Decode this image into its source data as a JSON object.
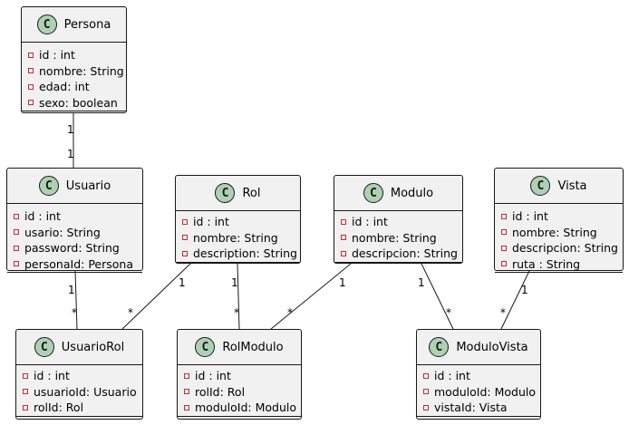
{
  "classes": [
    {
      "id": "persona",
      "name": "Persona",
      "icon": "class-c-icon",
      "attrs": [
        "id : int",
        "nombre: String",
        "edad: int",
        "sexo: boolean"
      ]
    },
    {
      "id": "usuario",
      "name": "Usuario",
      "icon": "class-c-icon",
      "attrs": [
        "id : int",
        "usario: String",
        "password: String",
        "personaId: Persona"
      ]
    },
    {
      "id": "rol",
      "name": "Rol",
      "icon": "class-c-icon",
      "attrs": [
        "id : int",
        "nombre: String",
        "description: String"
      ]
    },
    {
      "id": "modulo",
      "name": "Modulo",
      "icon": "class-c-icon",
      "attrs": [
        "id : int",
        "nombre: String",
        "descripcion: String"
      ]
    },
    {
      "id": "vista",
      "name": "Vista",
      "icon": "class-c-icon",
      "attrs": [
        "id : int",
        "nombre: String",
        "descripcion: String",
        "ruta : String"
      ]
    },
    {
      "id": "usuariorol",
      "name": "UsuarioRol",
      "icon": "class-c-icon",
      "attrs": [
        "id : int",
        "usuarioId: Usuario",
        "rolId: Rol"
      ]
    },
    {
      "id": "rolmodulo",
      "name": "RolModulo",
      "icon": "class-c-icon",
      "attrs": [
        "id : int",
        "rolId: Rol",
        "moduloId: Modulo"
      ]
    },
    {
      "id": "modulovista",
      "name": "ModuloVista",
      "icon": "class-c-icon",
      "attrs": [
        "id : int",
        "moduloId: Modulo",
        "vistaId: Vista"
      ]
    }
  ],
  "relations": [
    {
      "from": "persona",
      "to": "usuario",
      "from_mult": "1",
      "to_mult": "1"
    },
    {
      "from": "usuario",
      "to": "usuariorol",
      "from_mult": "1",
      "to_mult": "*"
    },
    {
      "from": "rol",
      "to": "usuariorol",
      "from_mult": "1",
      "to_mult": "*"
    },
    {
      "from": "rol",
      "to": "rolmodulo",
      "from_mult": "1",
      "to_mult": "*"
    },
    {
      "from": "modulo",
      "to": "rolmodulo",
      "from_mult": "1",
      "to_mult": "*"
    },
    {
      "from": "modulo",
      "to": "modulovista",
      "from_mult": "1",
      "to_mult": "*"
    },
    {
      "from": "vista",
      "to": "modulovista",
      "from_mult": "1",
      "to_mult": "*"
    }
  ],
  "colors": {
    "class_fill": "#f1f1f1",
    "border": "#181818",
    "icon_fill": "#add1b2",
    "private_marker": "#c82930"
  }
}
